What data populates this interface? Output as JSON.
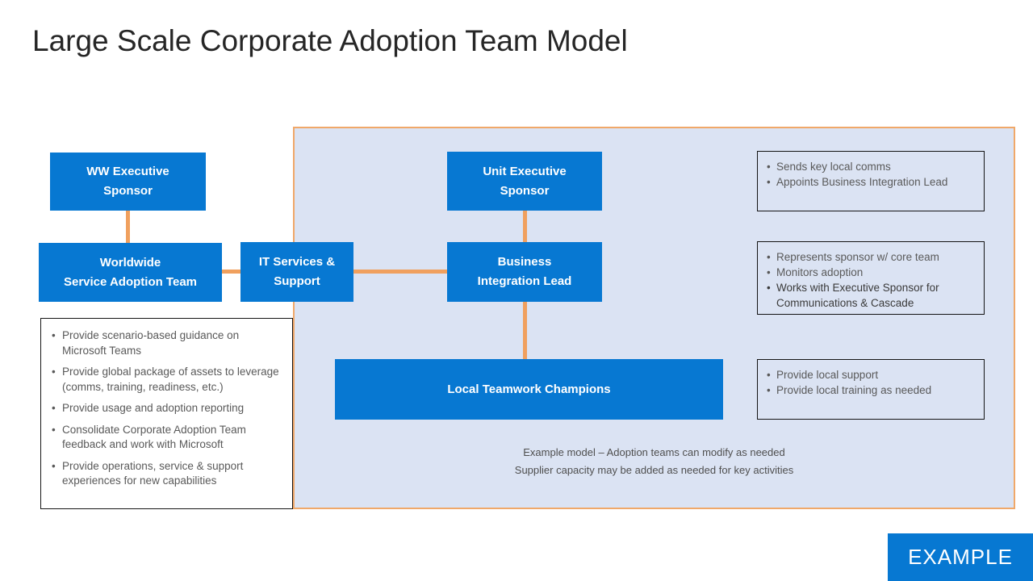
{
  "title": "Large Scale Corporate Adoption Team Model",
  "diagram": {
    "boxes": {
      "ww_exec": {
        "line1": "WW Executive",
        "line2": "Sponsor"
      },
      "worldwide_team": {
        "line1": "Worldwide",
        "line2": "Service Adoption Team"
      },
      "it_services": {
        "line1": "IT Services &",
        "line2": "Support"
      },
      "unit_exec": {
        "line1": "Unit Executive",
        "line2": "Sponsor"
      },
      "biz_lead": {
        "line1": "Business",
        "line2": "Integration Lead"
      },
      "champions": {
        "line1": "Local Teamwork Champions"
      }
    },
    "worldwide_team_notes": {
      "bullets": [
        "Provide scenario-based guidance on Microsoft Teams",
        "Provide global package of assets to leverage (comms, training, readiness, etc.)",
        "Provide usage and adoption reporting",
        "Consolidate Corporate Adoption Team feedback and work with Microsoft",
        "Provide operations, service & support experiences for new capabilities"
      ]
    },
    "unit_exec_notes": {
      "bullets": [
        "Sends key local comms",
        "Appoints Business Integration Lead"
      ]
    },
    "biz_lead_notes": {
      "bullets": [
        "Represents sponsor w/ core team",
        "Monitors adoption",
        "Works with Executive Sponsor for Communications & Cascade"
      ]
    },
    "champions_notes": {
      "bullets": [
        "Provide local support",
        "Provide local training as needed"
      ]
    },
    "footer_notes": {
      "line1": "Example model – Adoption teams can modify as needed",
      "line2": "Supplier capacity may be added as needed for key activities"
    }
  },
  "badge": {
    "label": "EXAMPLE"
  },
  "colors": {
    "box_blue": "#0778d2",
    "panel_bg": "#dbe3f3",
    "panel_border": "#f0a869",
    "connector": "#f0a05e",
    "note_text": "#595959",
    "note_text_dark": "#3a3a3a"
  }
}
